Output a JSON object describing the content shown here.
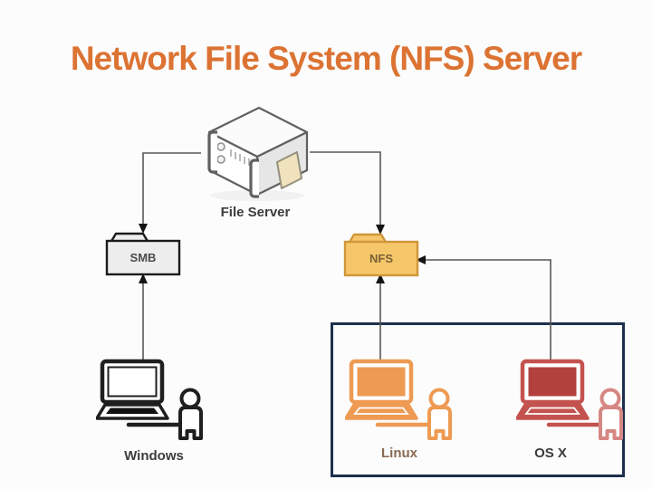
{
  "title": "Network File System (NFS) Server",
  "diagram": {
    "server": {
      "label": "File Server"
    },
    "protocols": {
      "smb": {
        "label": "SMB"
      },
      "nfs": {
        "label": "NFS"
      }
    },
    "clients": {
      "windows": {
        "label": "Windows"
      },
      "linux": {
        "label": "Linux"
      },
      "osx": {
        "label": "OS X"
      }
    }
  },
  "colors": {
    "title": "#DC7333",
    "connector": "#575757",
    "group_box_border": "#1E2F4D",
    "smb_fill": "#EDEDED",
    "smb_border": "#1B1B1B",
    "smb_text": "#4a4a4a",
    "nfs_fill": "#F6C76A",
    "nfs_border": "#D09638",
    "nfs_text": "#7a6137",
    "windows_icon": "#1F1F1F",
    "linux_icon": "#EE9A53",
    "linux_label": "#8A6A52",
    "osx_icon": "#C4524E",
    "osx_screen": "#B2413D",
    "osx_person": "#D68783",
    "server_card": "#F0E2BC"
  },
  "icons": {
    "server": "rack-server-icon",
    "smb": "folder-icon",
    "nfs": "folder-icon",
    "clients": "laptop-user-icon"
  }
}
